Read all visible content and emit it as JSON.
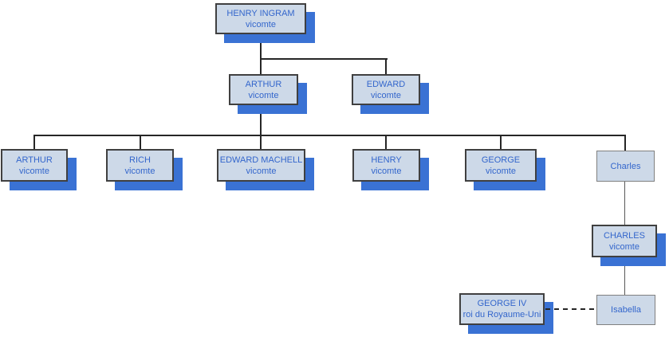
{
  "diagram_type": "family-tree",
  "nodes": {
    "henry_ingram": {
      "name": "HENRY INGRAM",
      "subtitle": "vicomte"
    },
    "arthur_gen2": {
      "name": "ARTHUR",
      "subtitle": "vicomte"
    },
    "edward_gen2": {
      "name": "EDWARD",
      "subtitle": "vicomte"
    },
    "arthur_gen3": {
      "name": "ARTHUR",
      "subtitle": "vicomte"
    },
    "rich_gen3": {
      "name": "RICH",
      "subtitle": "vicomte"
    },
    "edward_machell": {
      "name": "EDWARD MACHELL",
      "subtitle": "vicomte"
    },
    "henry_gen3": {
      "name": "HENRY",
      "subtitle": "vicomte"
    },
    "george_gen3": {
      "name": "GEORGE",
      "subtitle": "vicomte"
    },
    "charles_gen3": {
      "name": "Charles"
    },
    "charles_gen4": {
      "name": "CHARLES",
      "subtitle": "vicomte"
    },
    "george_iv": {
      "name": "GEORGE IV",
      "subtitle": "roi du Royaume-Uni"
    },
    "isabella": {
      "name": "Isabella"
    }
  },
  "edges": [
    {
      "from": "henry_ingram",
      "to": [
        "arthur_gen2",
        "edward_gen2"
      ],
      "style": "solid"
    },
    {
      "from": "arthur_gen2",
      "to": [
        "arthur_gen3",
        "rich_gen3",
        "edward_machell",
        "henry_gen3",
        "george_gen3",
        "charles_gen3"
      ],
      "style": "solid"
    },
    {
      "from": "charles_gen3",
      "to": [
        "charles_gen4"
      ],
      "style": "solid"
    },
    {
      "from": "charles_gen4",
      "to": [
        "isabella"
      ],
      "style": "solid"
    },
    {
      "from": "george_iv",
      "to": [
        "isabella"
      ],
      "style": "dashed"
    }
  ],
  "colors": {
    "box_fill": "#cdd9e8",
    "box_border": "#404040",
    "plain_border": "#808080",
    "shadow": "#3a72d4",
    "text": "#3366cc",
    "line": "#262626",
    "thin_line": "#595959"
  }
}
